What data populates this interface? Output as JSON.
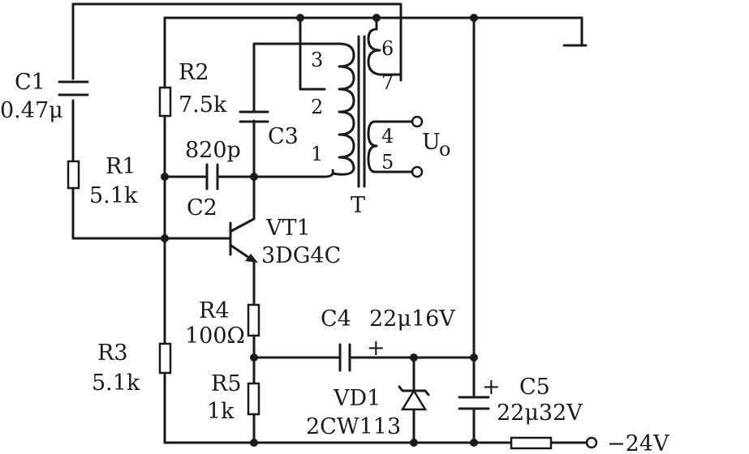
{
  "labels": {
    "c1_name": "C1",
    "c1_value": "0.47μ",
    "r1_name": "R1",
    "r1_value": "5.1k",
    "r2_name": "R2",
    "r2_value": "7.5k",
    "r3_name": "R3",
    "r3_value": "5.1k",
    "r4_name": "R4",
    "r4_value": "100Ω",
    "r5_name": "R5",
    "r5_value": "1k",
    "c2_value": "820p",
    "c2_name": "C2",
    "c3_name": "C3",
    "c4_name": "C4",
    "c4_value": "22μ16V",
    "c5_name": "C5",
    "c5_value": "22μ32V",
    "vt1_name": "VT1",
    "vt1_model": "3DG4C",
    "vd1_name": "VD1",
    "vd1_model": "2CW113",
    "transformer_name": "T",
    "pin1": "1",
    "pin2": "2",
    "pin3": "3",
    "pin4": "4",
    "pin5": "5",
    "pin6": "6",
    "pin7": "7",
    "output_label": "U",
    "output_sub": "o",
    "supply": "−24V",
    "plus": "+"
  }
}
